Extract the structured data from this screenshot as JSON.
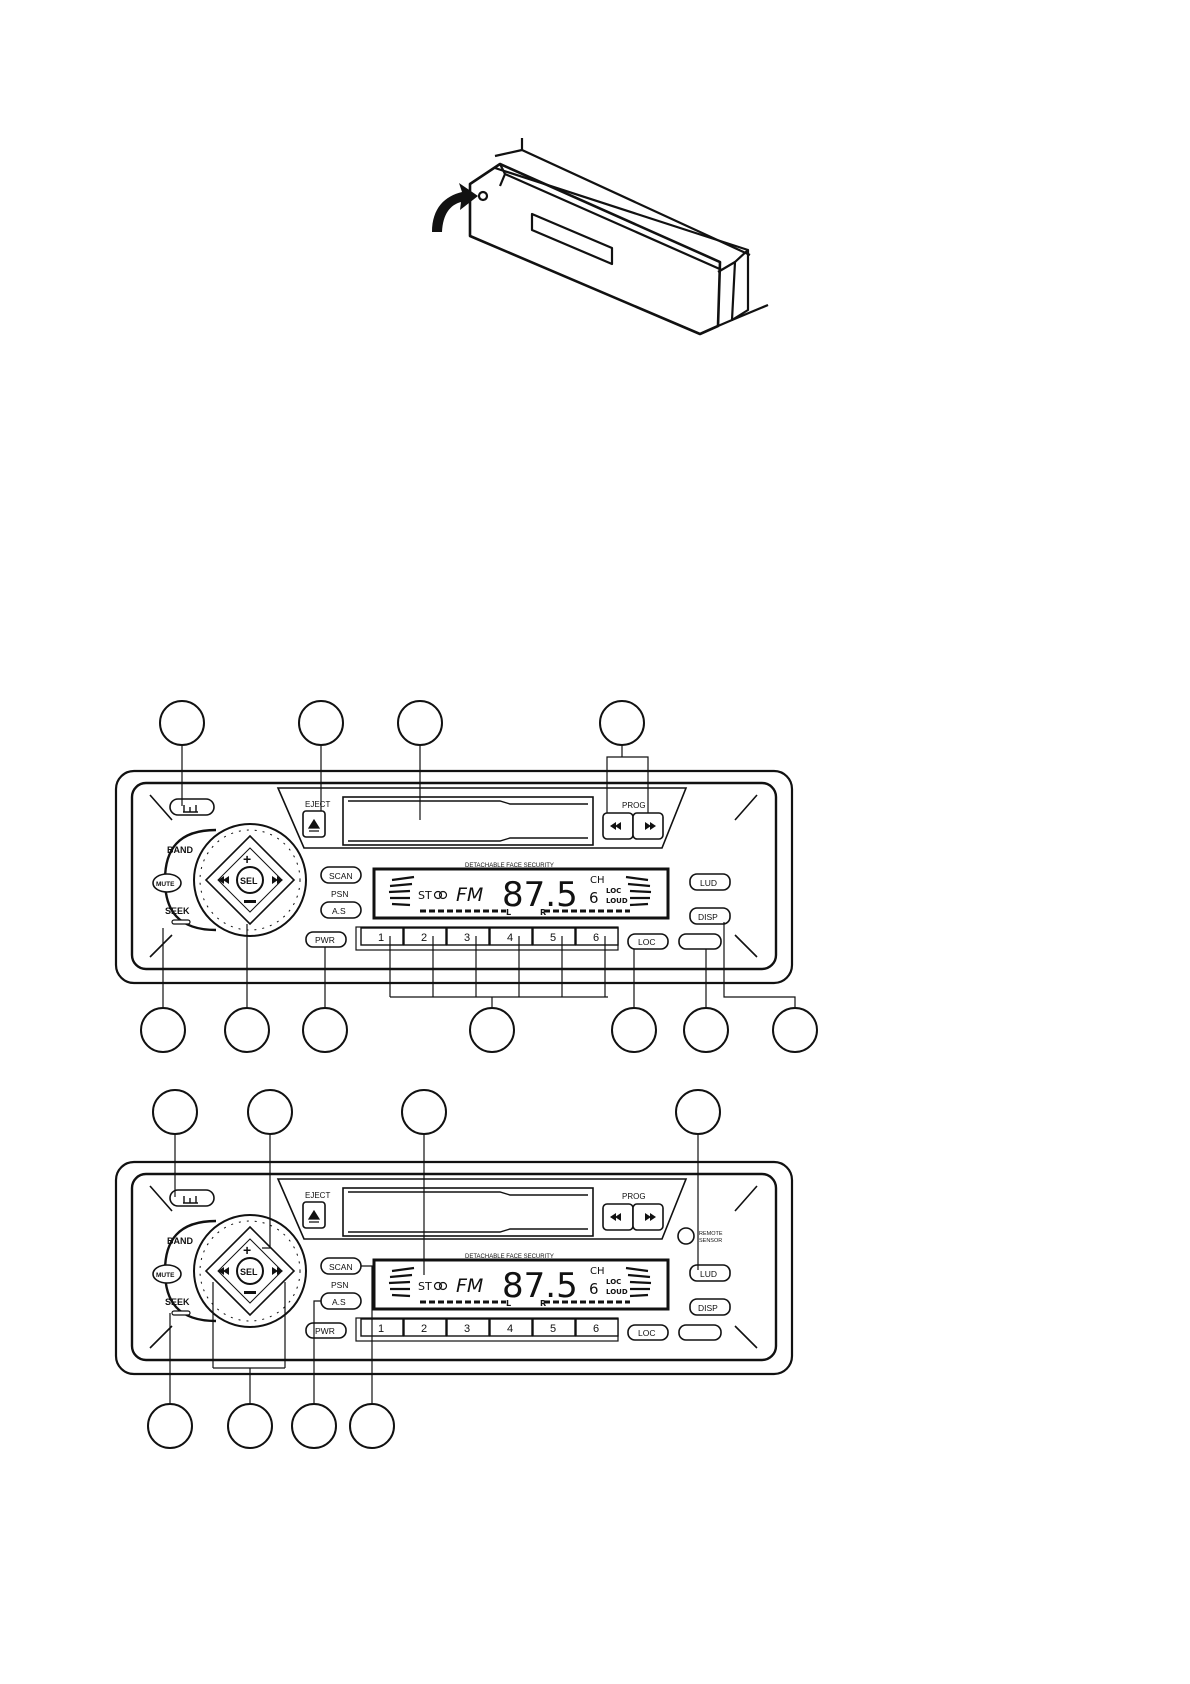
{
  "radio": {
    "eject": "EJECT",
    "prog": "PROG",
    "scan": "SCAN",
    "psn": "PSN",
    "as": "A.S",
    "pwr": "PWR",
    "band": "BAND",
    "mute": "MUTE",
    "seek": "SEEK",
    "sel": "SEL",
    "lud": "LUD",
    "disp": "DISP",
    "loc": "LOC",
    "presets": [
      "1",
      "2",
      "3",
      "4",
      "5",
      "6"
    ],
    "detachable": "DETACHABLE FACE SECURITY",
    "remote_sensor_1": "REMOTE",
    "remote_sensor_2": "SENSOR",
    "display": {
      "st": "ST",
      "band": "FM",
      "frequency": "87.5",
      "ch": "CH",
      "ch_num": "6",
      "loc": "LOC",
      "loud": "LOUD",
      "l": "L",
      "r": "R"
    }
  },
  "icons": {
    "eject": "eject-icon",
    "rewind": "rewind-icon",
    "fast_forward": "fast-forward-icon",
    "plus": "plus-icon",
    "minus": "minus-icon",
    "release": "release-icon"
  }
}
